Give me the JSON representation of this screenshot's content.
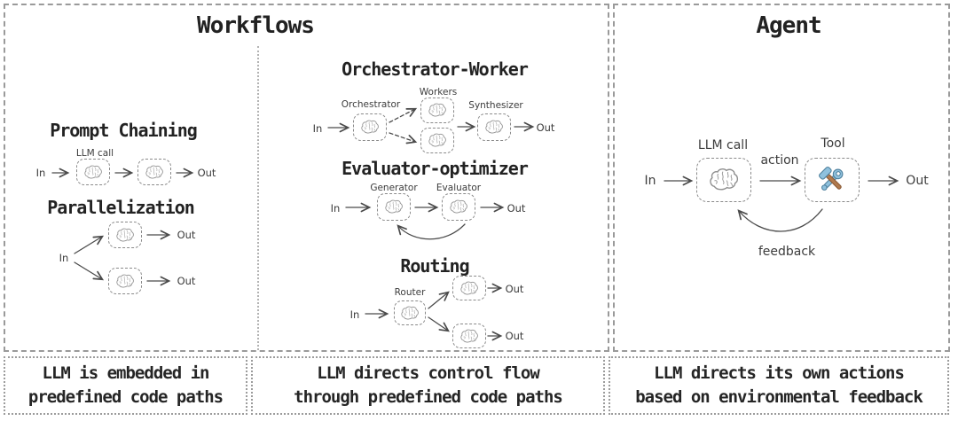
{
  "colors": {
    "line": "#4a4a4a",
    "panel_border": "#9a9a9a",
    "node_border": "#8a8a8a",
    "text": "#2b2b2b",
    "brain_stroke": "#8f8f8f",
    "tool_blue": "#8fc1dd",
    "tool_blue_dark": "#4d7f9c",
    "tool_brown": "#b07a4e",
    "tool_brown_dark": "#8a5a36"
  },
  "icons": {
    "llm": "brain-icon",
    "tool": "hammer-and-wrench-icon"
  },
  "workflows": {
    "title": "Workflows",
    "prompt_chaining": {
      "title": "Prompt Chaining",
      "llm_call_label": "LLM call",
      "in": "In",
      "out": "Out"
    },
    "parallelization": {
      "title": "Parallelization",
      "in": "In",
      "out_top": "Out",
      "out_bottom": "Out"
    },
    "orchestrator_worker": {
      "title": "Orchestrator-Worker",
      "in": "In",
      "orchestrator_label": "Orchestrator",
      "workers_label": "Workers",
      "synthesizer_label": "Synthesizer",
      "out": "Out"
    },
    "evaluator_optimizer": {
      "title": "Evaluator-optimizer",
      "in": "In",
      "generator_label": "Generator",
      "evaluator_label": "Evaluator",
      "out": "Out"
    },
    "routing": {
      "title": "Routing",
      "in": "In",
      "router_label": "Router",
      "out_top": "Out",
      "out_bottom": "Out"
    }
  },
  "agent": {
    "title": "Agent",
    "in": "In",
    "llm_call_label": "LLM call",
    "action_label": "action",
    "tool_label": "Tool",
    "out": "Out",
    "feedback_label": "feedback"
  },
  "captions": {
    "workflows_left": {
      "lines": [
        "LLM is embedded in",
        "predefined code paths"
      ]
    },
    "workflows_middle": {
      "lines": [
        "LLM directs control flow",
        "through predefined code paths"
      ]
    },
    "agent": {
      "lines": [
        "LLM directs its own actions",
        "based on environmental feedback"
      ]
    }
  }
}
